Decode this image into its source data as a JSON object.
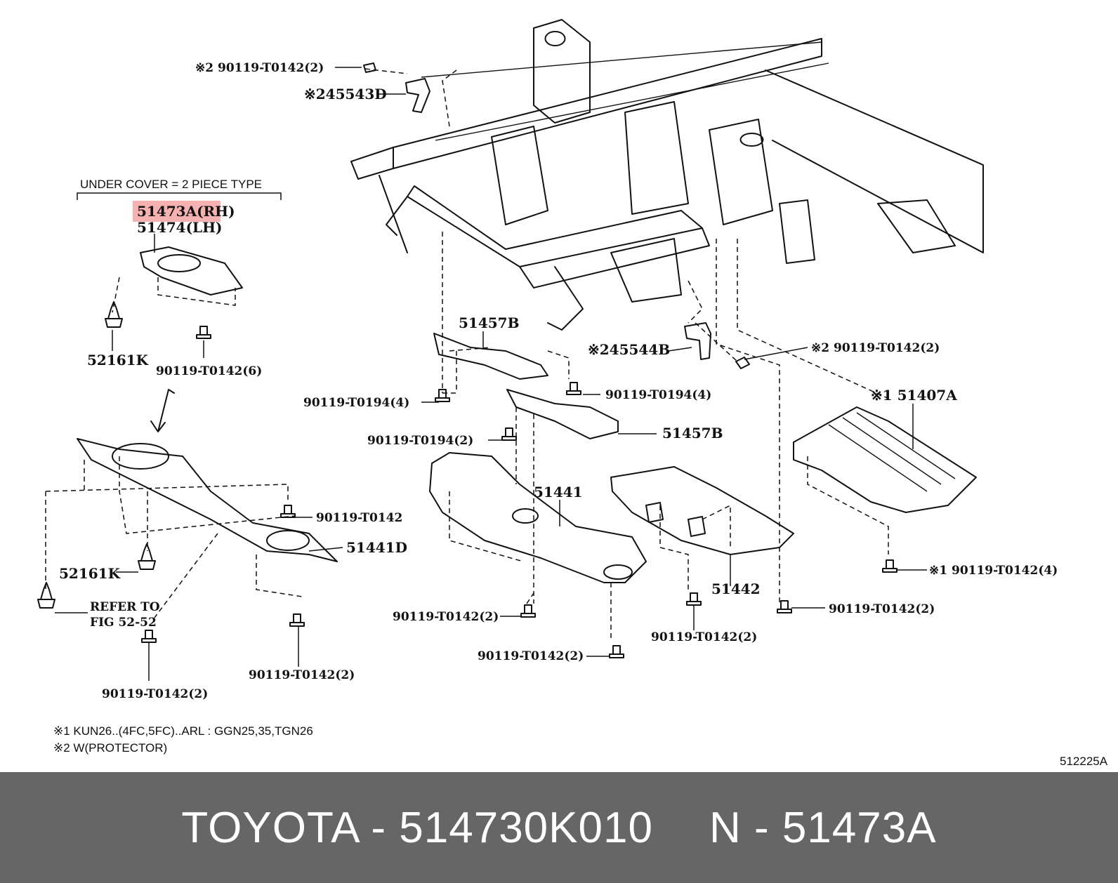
{
  "header": {
    "group_label": "UNDER COVER = 2 PIECE TYPE"
  },
  "callouts": {
    "c1": "※2 90119-T0142(2)",
    "c2": "※245543D",
    "c3": "51473A(RH)",
    "c4": "51474(LH)",
    "c5": "52161K",
    "c6": "90119-T0142(6)",
    "c7": "51457B",
    "c8": "※245544B",
    "c9": "※2 90119-T0142(2)",
    "c10": "90119-T0194(4)",
    "c11": "90119-T0194(4)",
    "c12": "※1 51407A",
    "c13": "90119-T0194(2)",
    "c14": "51457B",
    "c15": "51441",
    "c16": "90119-T0142",
    "c17": "51441D",
    "c18": "52161K",
    "c19": "REFER TO",
    "c20": "FIG 52-52",
    "c21": "51442",
    "c22": "※1 90119-T0142(4)",
    "c23": "90119-T0142(2)",
    "c24": "90119-T0142(2)",
    "c25": "90119-T0142(2)",
    "c26": "90119-T0142(2)",
    "c27": "90119-T0142(2)",
    "c28": "90119-T0142(2)"
  },
  "notes": {
    "n1": "※1 KUN26..(4FC,5FC)..ARL : GGN25,35,TGN26",
    "n2": "※2 W(PROTECTOR)"
  },
  "figure_code": "512225A",
  "footer": {
    "brand_part": "TOYOTA - 514730K010",
    "ref": "N - 51473A"
  },
  "colors": {
    "highlight": "#f4a3a3",
    "footer_bg": "#666666"
  }
}
